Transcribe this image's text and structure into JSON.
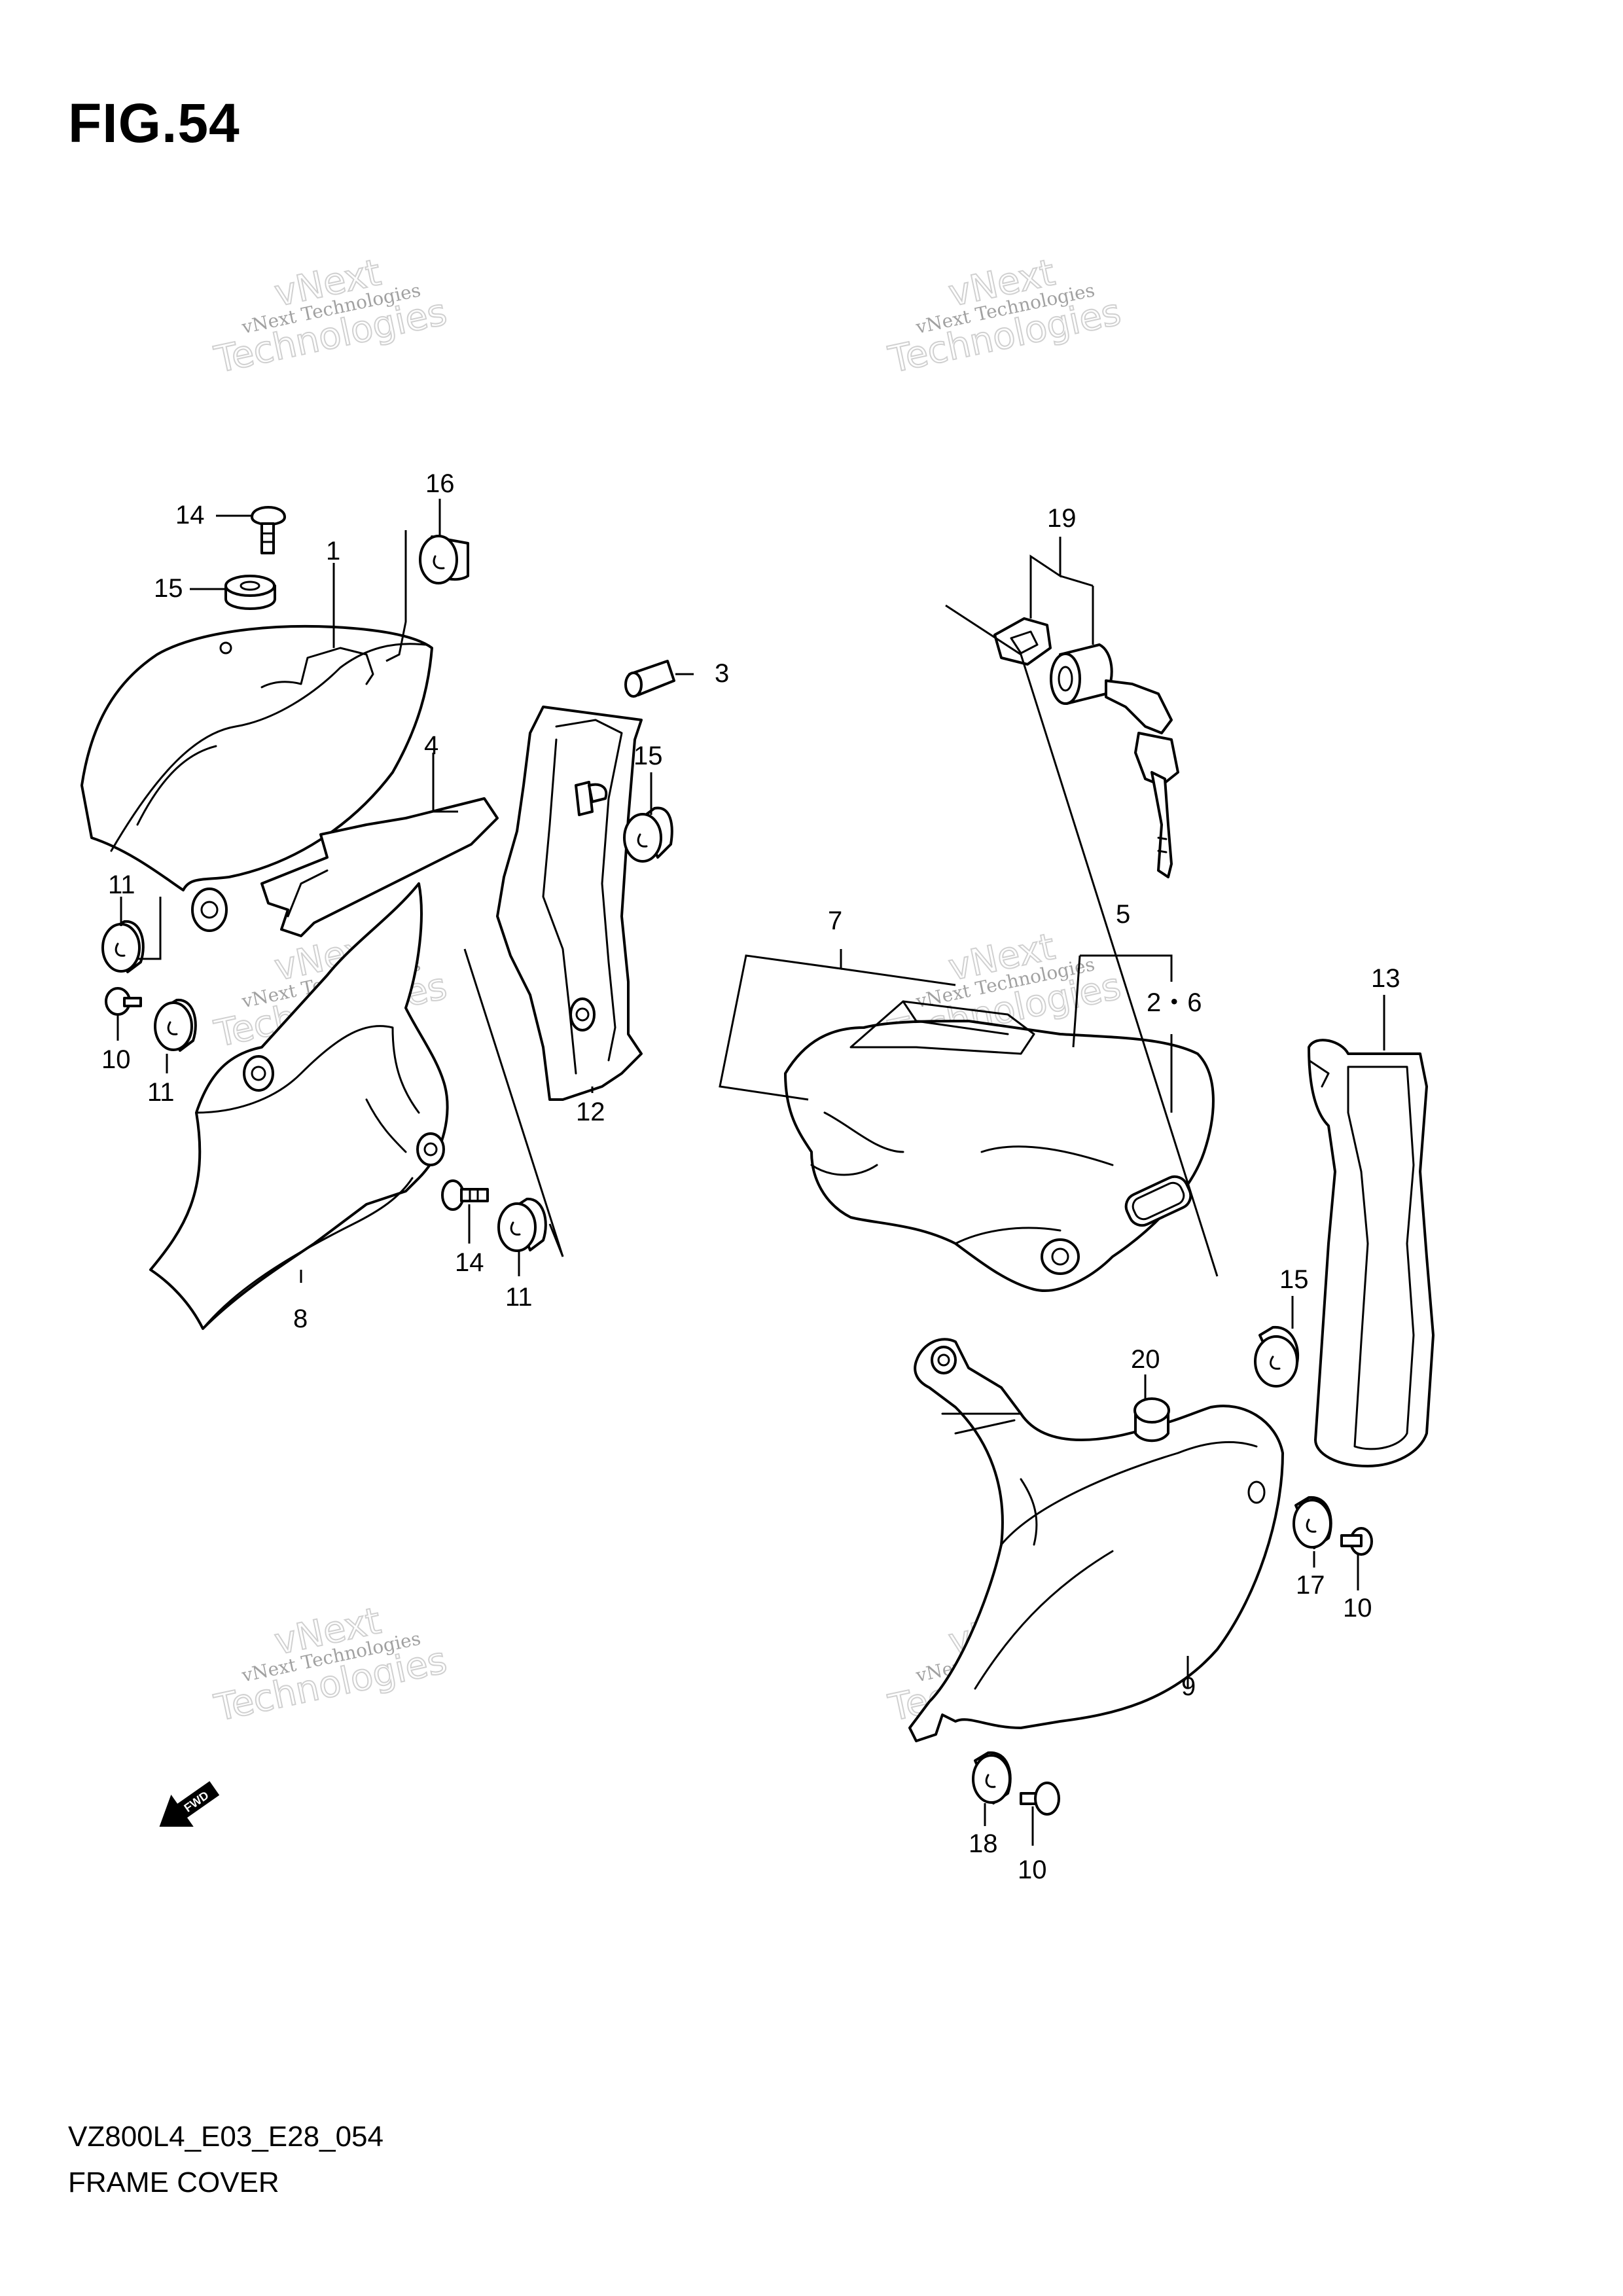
{
  "figure": {
    "title": "FIG.54",
    "code": "VZ800L4_E03_E28_054",
    "caption": "FRAME COVER"
  },
  "fwd_label": "FWD",
  "watermark": {
    "line1": "vNext Technologies",
    "line2": "vNext",
    "line3": "Technologies"
  },
  "labels": {
    "l1": "1",
    "l2_6": "2・6",
    "l3": "3",
    "l4": "4",
    "l5": "5",
    "l7": "7",
    "l8": "8",
    "l9": "9",
    "l10a": "10",
    "l10b": "10",
    "l10c": "10",
    "l11a": "11",
    "l11b": "11",
    "l11c": "11",
    "l12": "12",
    "l13": "13",
    "l14a": "14",
    "l14b": "14",
    "l15a": "15",
    "l15b": "15",
    "l15c": "15",
    "l16": "16",
    "l17": "17",
    "l18": "18",
    "l19": "19",
    "l20": "20"
  }
}
